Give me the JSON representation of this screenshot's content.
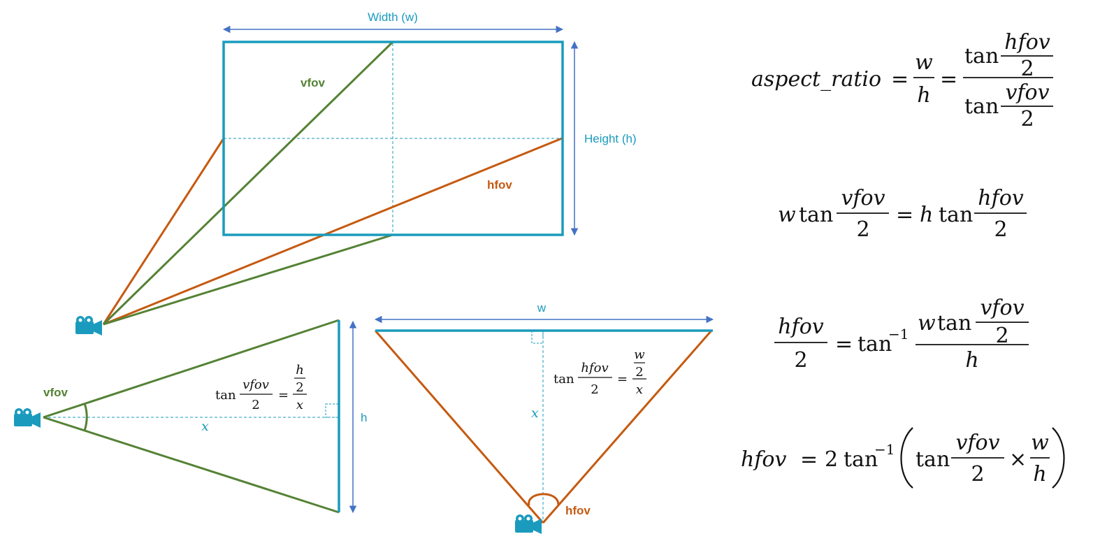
{
  "labels": {
    "width_w": "Width (w)",
    "height_h": "Height (h)",
    "vfov": "vfov",
    "hfov": "hfov",
    "w": "w",
    "h": "h",
    "x": "x"
  },
  "math": {
    "tan": "tan",
    "inverse_exp": "−1",
    "two": "2",
    "eq": "=",
    "times": "×",
    "aspect_ratio": "aspect_ratio",
    "w": "w",
    "h": "h",
    "x": "x",
    "hfov": "hfov",
    "vfov": "vfov"
  },
  "colors": {
    "blue": "#1a9bbd",
    "arrow_blue": "#4472c4",
    "green": "#548235",
    "orange": "#c55a11"
  },
  "icons": [
    "camera-icon"
  ]
}
